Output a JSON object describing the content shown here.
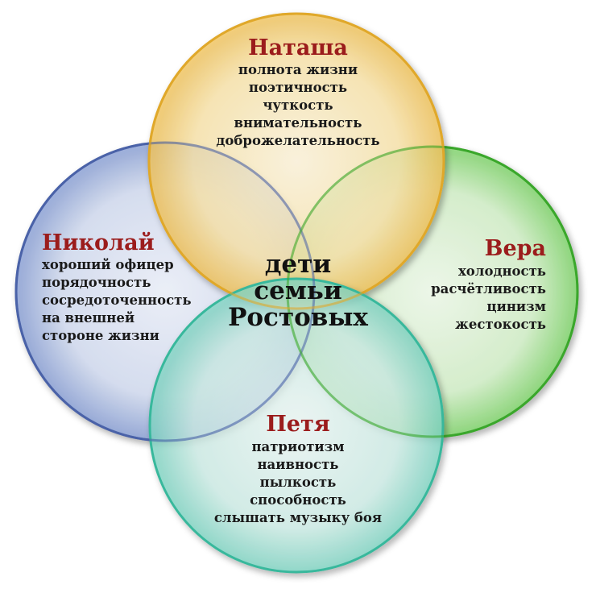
{
  "colors": {
    "natasha": "#f4c75a",
    "nikolai": "#7f97cf",
    "vera": "#6fcf5a",
    "petya": "#6fd2bf",
    "name_text": "#9b1c1c"
  },
  "center": {
    "lines": [
      "дети",
      "семьи",
      "Ростовых"
    ]
  },
  "natasha": {
    "name": "Наташа",
    "traits": [
      "полнота жизни",
      "поэтичность",
      "чуткость",
      "внимательность",
      "доброжелательность"
    ]
  },
  "nikolai": {
    "name": "Николай",
    "traits": [
      "хороший офицер",
      "порядочность",
      "сосредоточенность",
      "на внешней",
      "стороне жизни"
    ]
  },
  "vera": {
    "name": "Вера",
    "traits": [
      "холодность",
      "расчётливость",
      "цинизм",
      "жестокость"
    ]
  },
  "petya": {
    "name": "Петя",
    "traits": [
      "патриотизм",
      "наивность",
      "пылкость",
      "способность",
      "слышать музыку боя"
    ]
  }
}
